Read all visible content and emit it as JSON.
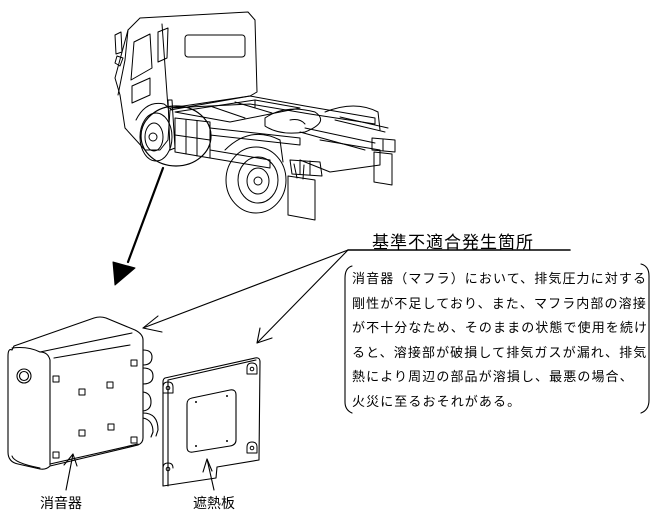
{
  "callout": {
    "title": "基準不適合発生箇所",
    "description_lines": [
      "消音器（マフラ）において、排気圧力に対する",
      "剛性が不足しており、また、マフラ内部の溶接",
      "が不十分なため、そのままの状態で使用を続け",
      "ると、溶接部が破損して排気ガスが漏れ、排気",
      "熱により周辺の部品が溶損し、最悪の場合、",
      "火災に至るおそれがある。"
    ]
  },
  "labels": {
    "muffler": "消音器",
    "heat_shield": "遮熱板"
  },
  "drawings": {
    "truck": "tractor-truck-illustration",
    "detail_circle": "muffler-location-highlight",
    "muffler": "muffler-illustration",
    "heat_shield": "heat-shield-illustration"
  },
  "colors": {
    "line": "#000000",
    "background": "#ffffff"
  }
}
